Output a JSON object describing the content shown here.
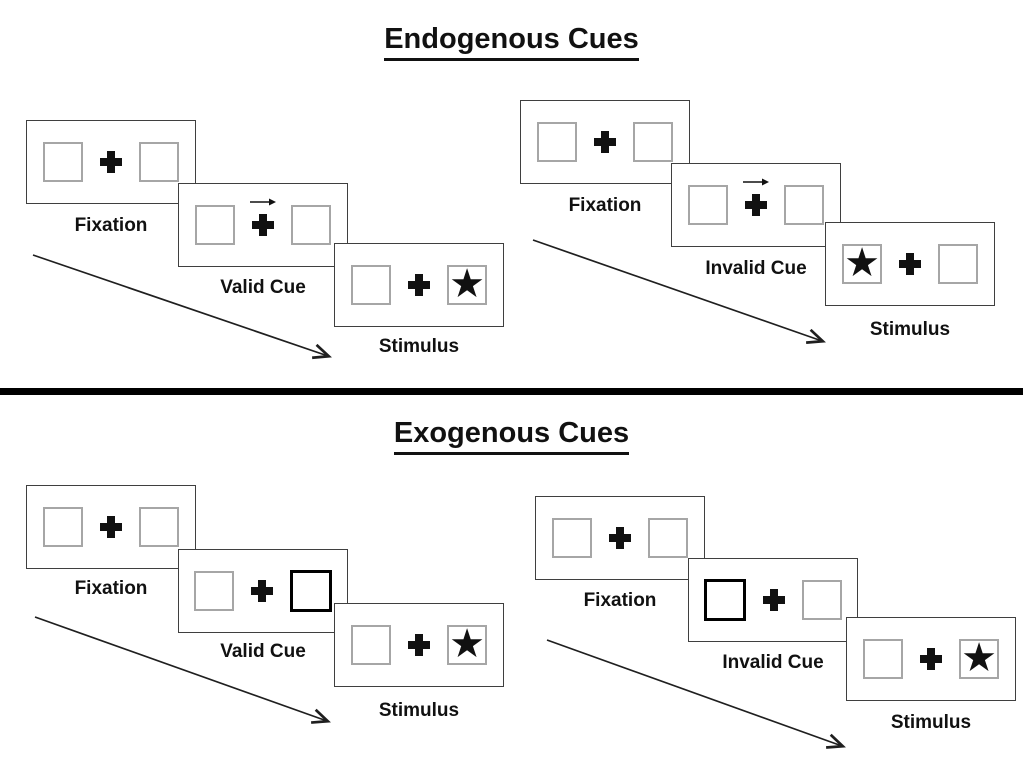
{
  "page": {
    "background": "#ffffff"
  },
  "colors": {
    "text": "#111111",
    "panel_border": "#3f3f3f",
    "box_border": "#a6a6a6",
    "bold_box_border": "#000000",
    "divider": "#000000",
    "arrow": "#1f1f1f"
  },
  "icons": {
    "star": "★",
    "fixation_cross": "plus",
    "cue_arrow": "arrow-right"
  },
  "sections": [
    {
      "title": "Endogenous Cues",
      "groups": [
        {
          "name": "valid-cue-trial",
          "panels": [
            {
              "label": "Fixation",
              "content": "two-boxes-central-cross"
            },
            {
              "label": "Valid Cue",
              "content": "central-arrow-pointing-right"
            },
            {
              "label": "Stimulus",
              "content": "star-in-right-box"
            }
          ]
        },
        {
          "name": "invalid-cue-trial",
          "panels": [
            {
              "label": "Fixation",
              "content": "two-boxes-central-cross"
            },
            {
              "label": "Invalid Cue",
              "content": "central-arrow-pointing-right"
            },
            {
              "label": "Stimulus",
              "content": "star-in-left-box"
            }
          ]
        }
      ]
    },
    {
      "title": "Exogenous Cues",
      "groups": [
        {
          "name": "valid-cue-trial",
          "panels": [
            {
              "label": "Fixation",
              "content": "two-boxes-central-cross"
            },
            {
              "label": "Valid Cue",
              "content": "right-box-highlighted"
            },
            {
              "label": "Stimulus",
              "content": "star-in-right-box"
            }
          ]
        },
        {
          "name": "invalid-cue-trial",
          "panels": [
            {
              "label": "Fixation",
              "content": "two-boxes-central-cross"
            },
            {
              "label": "Invalid Cue",
              "content": "left-box-highlighted"
            },
            {
              "label": "Stimulus",
              "content": "star-in-right-box"
            }
          ]
        }
      ]
    }
  ]
}
